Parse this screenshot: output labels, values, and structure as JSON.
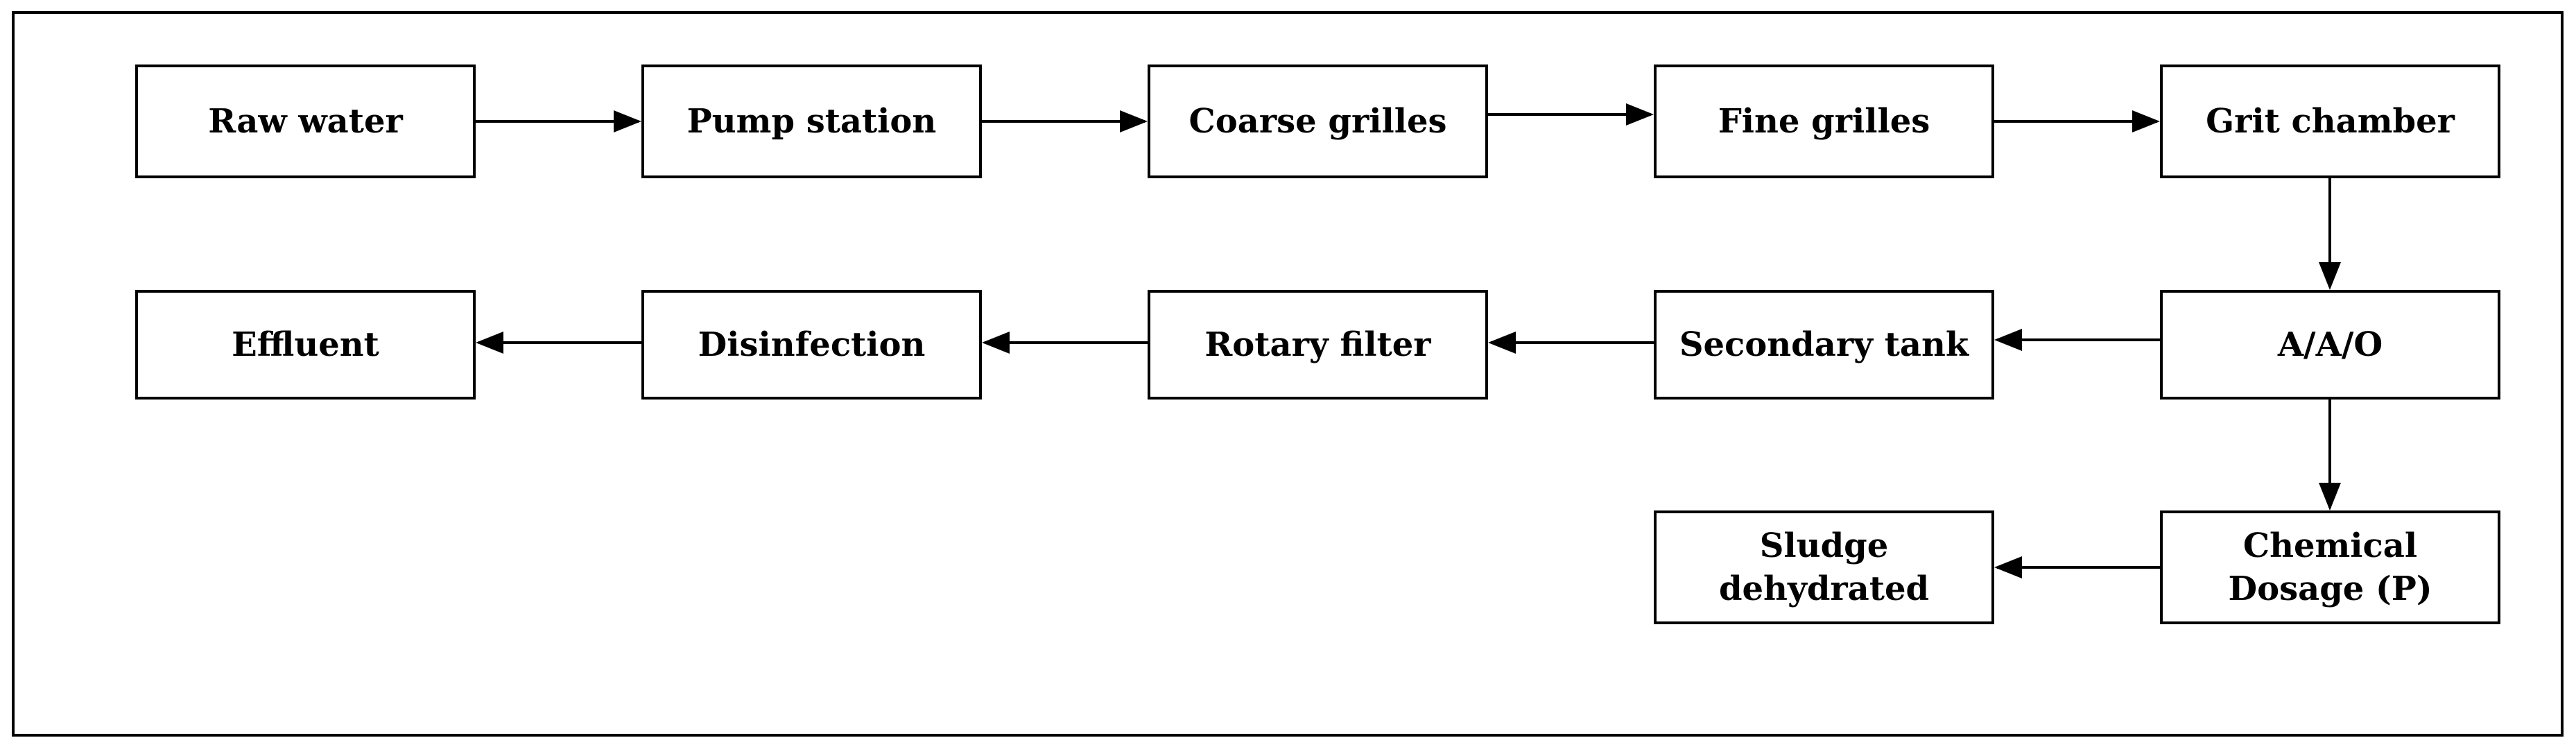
{
  "diagram": {
    "nodes": {
      "raw_water": "Raw water",
      "pump_station": "Pump station",
      "coarse_grilles": "Coarse grilles",
      "fine_grilles": "Fine grilles",
      "grit_chamber": "Grit chamber",
      "aao": "A/A/O",
      "secondary_tank": "Secondary tank",
      "rotary_filter": "Rotary filter",
      "disinfection": "Disinfection",
      "effluent": "Effluent",
      "chemical_line1": "Chemical",
      "chemical_line2": "Dosage (P)",
      "sludge_line1": "Sludge",
      "sludge_line2": "dehydrated"
    },
    "edges": [
      {
        "from": "raw_water",
        "to": "pump_station"
      },
      {
        "from": "pump_station",
        "to": "coarse_grilles"
      },
      {
        "from": "coarse_grilles",
        "to": "fine_grilles"
      },
      {
        "from": "fine_grilles",
        "to": "grit_chamber"
      },
      {
        "from": "grit_chamber",
        "to": "aao"
      },
      {
        "from": "aao",
        "to": "secondary_tank"
      },
      {
        "from": "secondary_tank",
        "to": "rotary_filter"
      },
      {
        "from": "rotary_filter",
        "to": "disinfection"
      },
      {
        "from": "disinfection",
        "to": "effluent"
      },
      {
        "from": "aao",
        "to": "chemical"
      },
      {
        "from": "chemical",
        "to": "sludge"
      }
    ]
  }
}
